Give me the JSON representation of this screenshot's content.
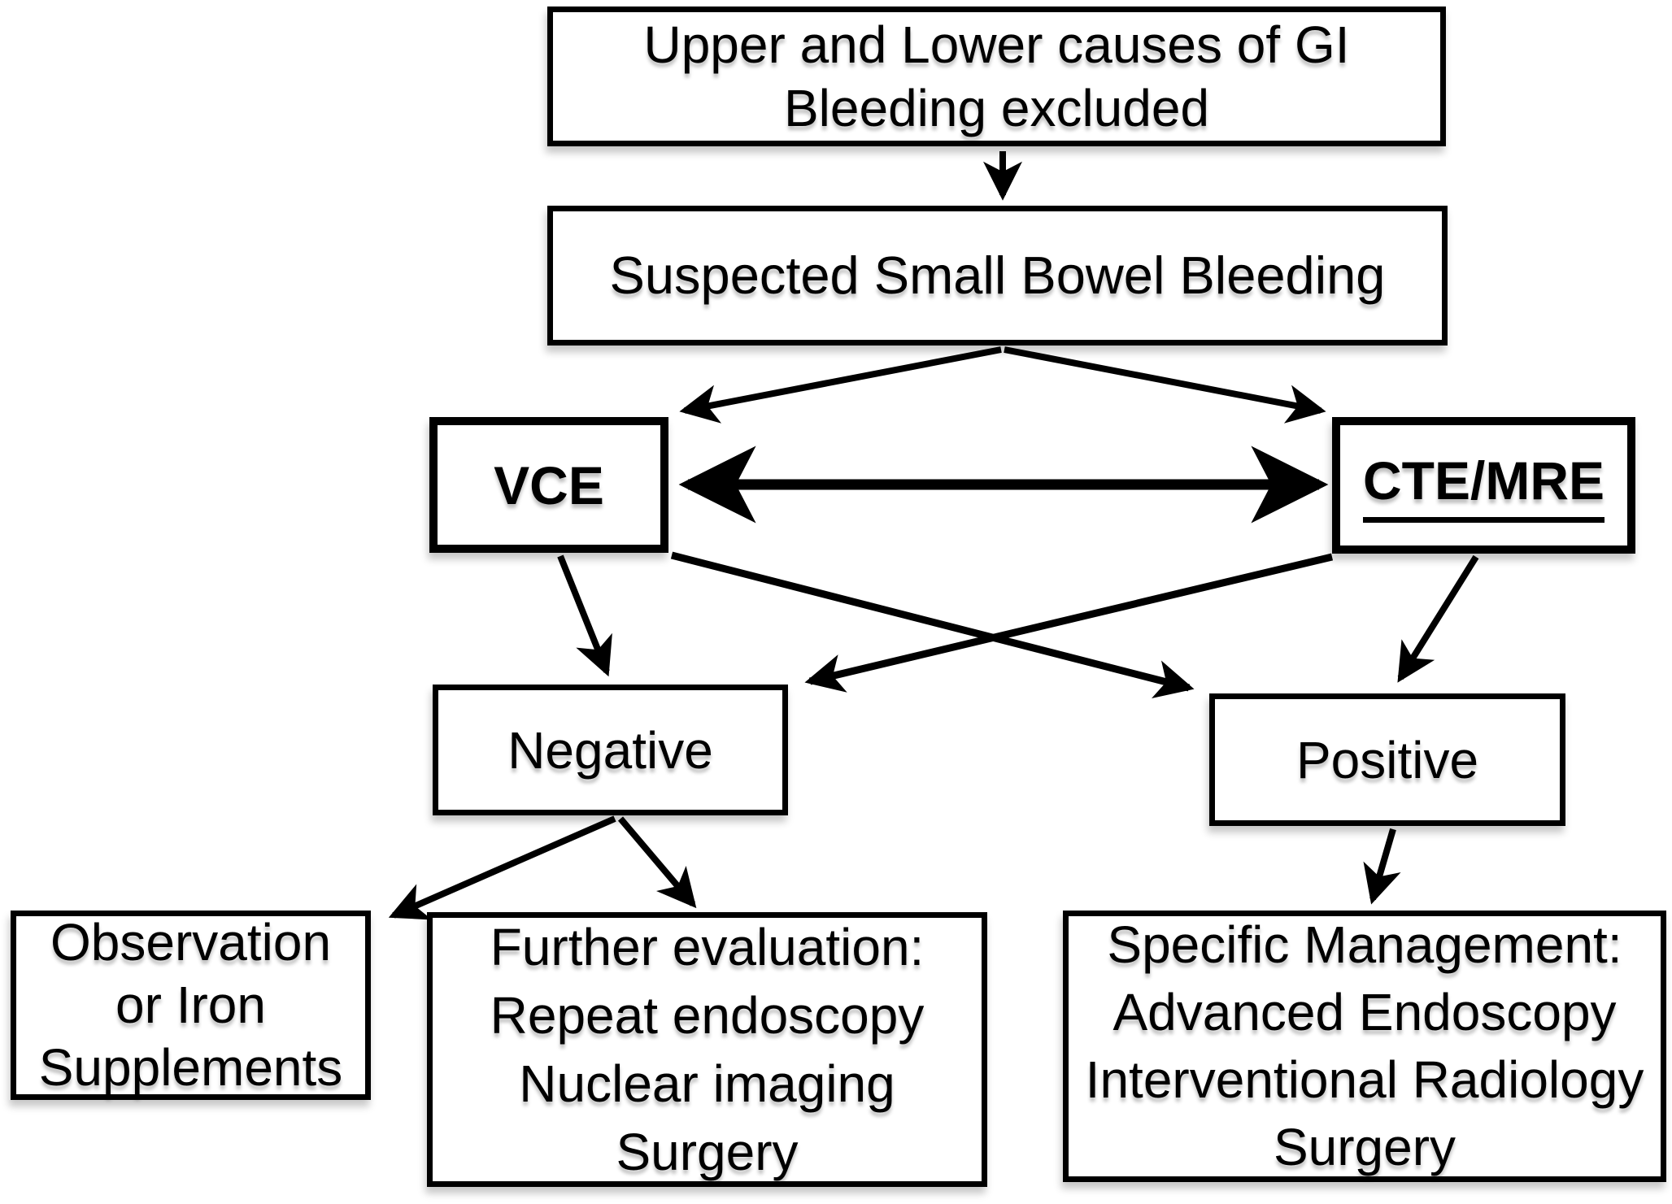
{
  "diagram": {
    "description": "Flowchart for evaluation of suspected small bowel bleeding",
    "nodes": {
      "excluded": {
        "lines": [
          "Upper and Lower causes of GI",
          "Bleeding excluded"
        ]
      },
      "suspected": {
        "lines": [
          "Suspected Small Bowel Bleeding"
        ]
      },
      "vce": {
        "lines": [
          "VCE"
        ]
      },
      "cte_mre": {
        "lines": [
          "CTE/MRE"
        ]
      },
      "negative": {
        "lines": [
          "Negative"
        ]
      },
      "positive": {
        "lines": [
          "Positive"
        ]
      },
      "observation": {
        "lines": [
          "Observation",
          "or Iron",
          "Supplements"
        ]
      },
      "further_eval": {
        "lines": [
          "Further evaluation:",
          "Repeat endoscopy",
          "Nuclear imaging",
          "Surgery"
        ]
      },
      "specific_mgmt": {
        "lines": [
          "Specific Management:",
          "Advanced Endoscopy",
          "Interventional Radiology",
          "Surgery"
        ]
      }
    },
    "edges": [
      {
        "from": "excluded",
        "to": "suspected",
        "style": "arrow"
      },
      {
        "from": "suspected",
        "to": "vce",
        "style": "arrow"
      },
      {
        "from": "suspected",
        "to": "cte_mre",
        "style": "arrow"
      },
      {
        "from": "vce",
        "to": "cte_mre",
        "style": "thick-double-arrow"
      },
      {
        "from": "vce",
        "to": "negative",
        "style": "arrow"
      },
      {
        "from": "vce",
        "to": "positive",
        "style": "arrow"
      },
      {
        "from": "cte_mre",
        "to": "negative",
        "style": "arrow"
      },
      {
        "from": "cte_mre",
        "to": "positive",
        "style": "arrow"
      },
      {
        "from": "negative",
        "to": "observation",
        "style": "arrow"
      },
      {
        "from": "negative",
        "to": "further_eval",
        "style": "arrow"
      },
      {
        "from": "positive",
        "to": "specific_mgmt",
        "style": "arrow"
      }
    ],
    "colors": {
      "ink": "#000000",
      "box_fill": "#ffffff",
      "background": "#ffffff"
    }
  }
}
